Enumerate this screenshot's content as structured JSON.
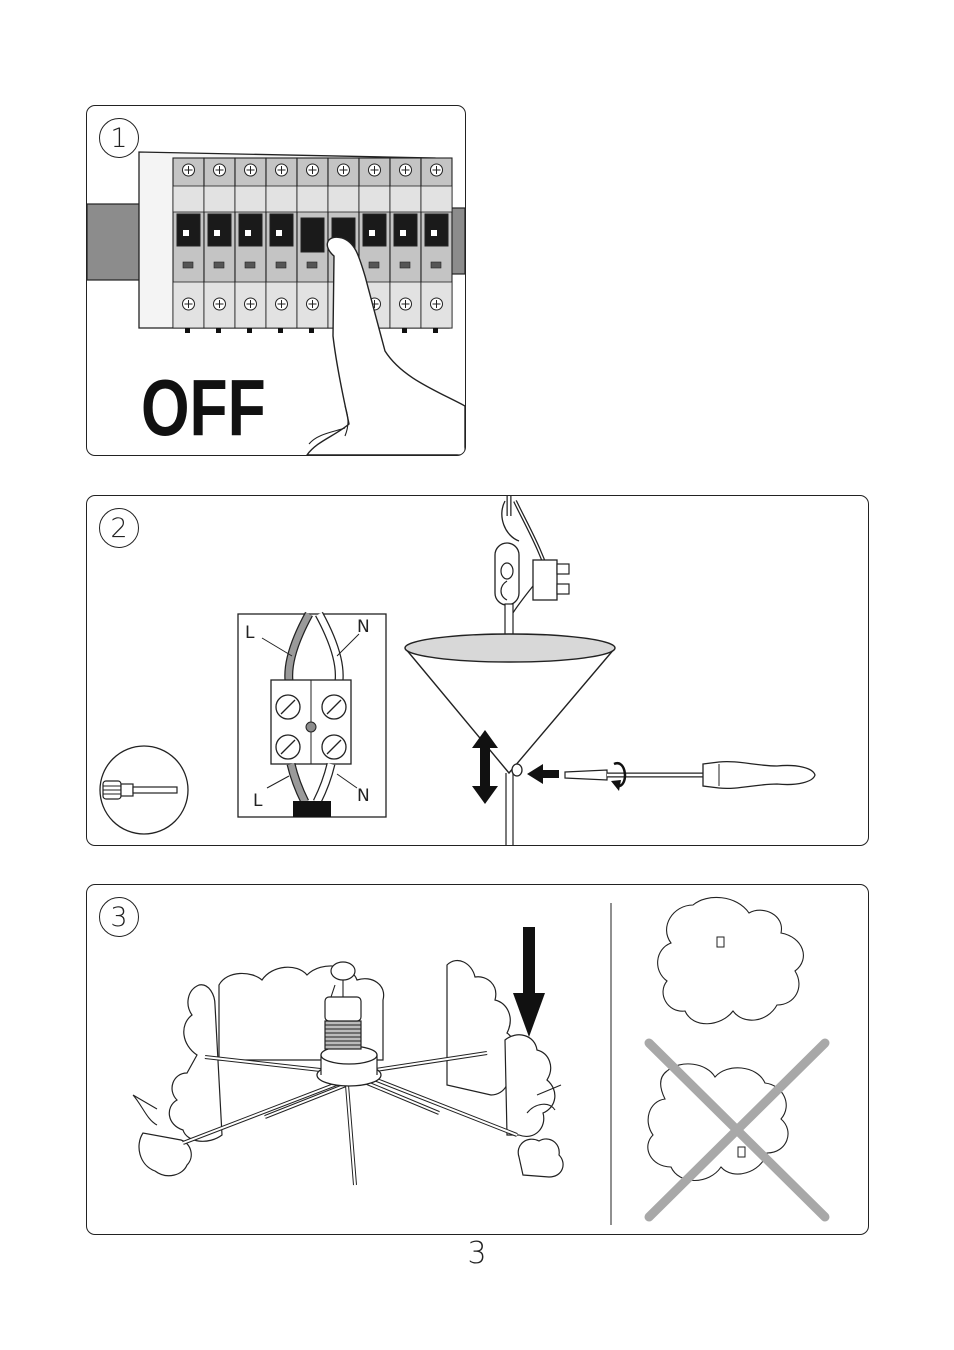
{
  "step1": {
    "number": "1",
    "label": "OFF"
  },
  "step2": {
    "number": "2",
    "label_live_top": "L",
    "label_neutral_top": "N",
    "label_live_bottom": "L",
    "label_neutral_bottom": "N"
  },
  "step3": {
    "number": "3"
  },
  "page_number": "3",
  "icons": [
    "circuit-breaker-panel-icon",
    "pressing-finger-icon",
    "terminal-block-icon",
    "screwdriver-icon",
    "ceiling-canopy-icon",
    "chandelier-icon",
    "down-arrow-icon",
    "cloud-shape-icon",
    "cross-out-icon"
  ],
  "colors": {
    "outline": "#222222",
    "breaker_body": "#b9b9b9",
    "rail": "#8c8c8c",
    "cross_out": "#a8a8a8"
  }
}
